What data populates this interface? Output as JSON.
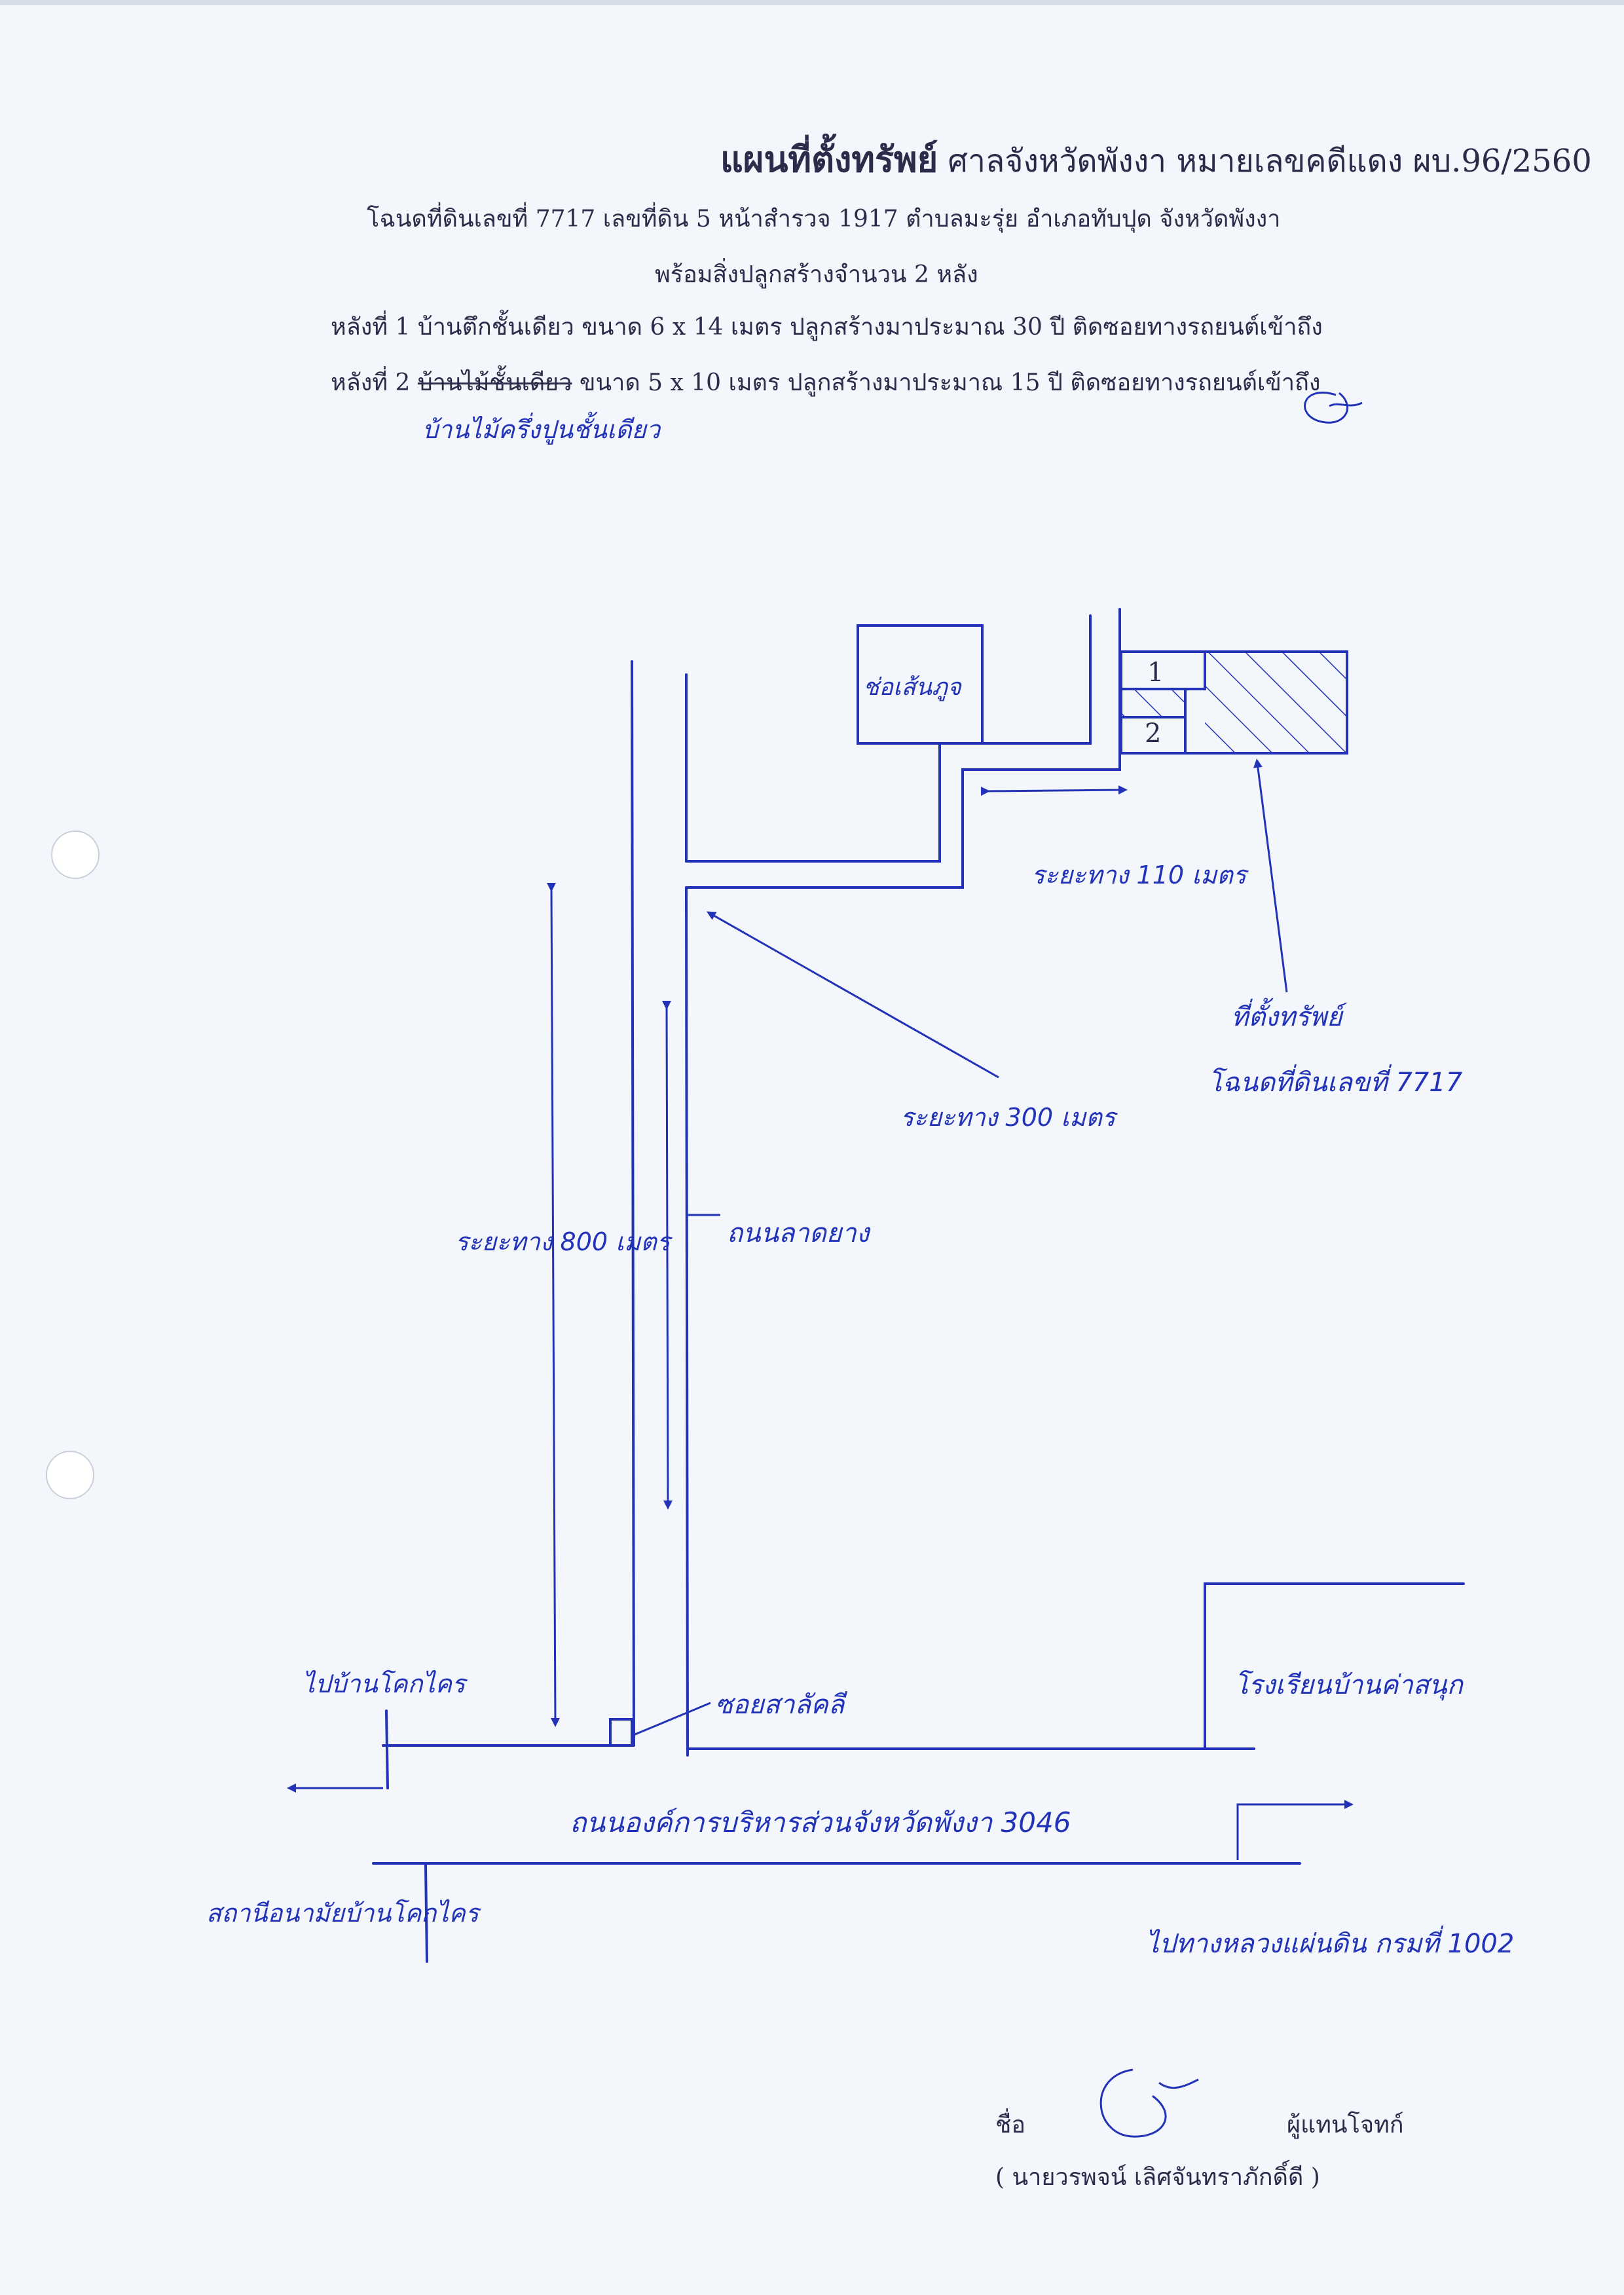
{
  "header": {
    "title_bold": "แผนที่ตั้งทรัพย์",
    "title_rest": "ศาลจังหวัดพังงา หมายเลขคดีแดง ผบ.96/2560",
    "line1": "โฉนดที่ดินเลขที่ 7717 เลขที่ดิน 5 หน้าสำรวจ 1917 ตำบลมะรุ่ย อำเภอทับปุด จังหวัดพังงา",
    "line2": "พร้อมสิ่งปลูกสร้างจำนวน 2 หลัง",
    "line3": "หลังที่ 1 บ้านตึกชั้นเดียว ขนาด 6 x 14 เมตร ปลูกสร้างมาประมาณ 30 ปี ติดซอยทางรถยนต์เข้าถึง",
    "line4_prefix": "หลังที่ 2",
    "line4_struck": "บ้านไม้ชั้นเดียว",
    "line4_rest": "ขนาด 5 x 10 เมตร ปลูกสร้างมาประมาณ 15 ปี ติดซอยทางรถยนต์เข้าถึง",
    "correction_note": "บ้านไม้ครึ่งปูนชั้นเดียว"
  },
  "map": {
    "building_box_label": "ช่อเส้นภูจ",
    "house1_label": "1",
    "house2_label": "2",
    "dist_110": "ระยะทาง 110 เมตร",
    "dist_300": "ระยะทาง 300 เมตร",
    "dist_800": "ระยะทาง 800 เมตร",
    "property_label_1": "ที่ตั้งทรัพย์",
    "property_label_2": "โฉนดที่ดินเลขที่ 7717",
    "rubber_road": "ถนนลาดยาง",
    "soi_label": "ซอยสาลัคลี",
    "left_top": "ไปบ้านโคกไคร",
    "school": "โรงเรียนบ้านค่าสนุก",
    "main_road": "ถนนองค์การบริหารส่วนจังหวัดพังงา 3046",
    "health_center": "สถานีอนามัยบ้านโคกไคร",
    "highway": "ไปทางหลวงแผ่นดิน กรมที่ 1002"
  },
  "signature": {
    "label": "ชื่อ",
    "role": "ผู้แทนโจทก์",
    "name": "( นายวรพจน์ เลิศจันทราภักดิ์ดี )"
  },
  "colors": {
    "ink": "#2233b8",
    "print": "#2b2b4a",
    "paper": "#f3f6fa"
  }
}
